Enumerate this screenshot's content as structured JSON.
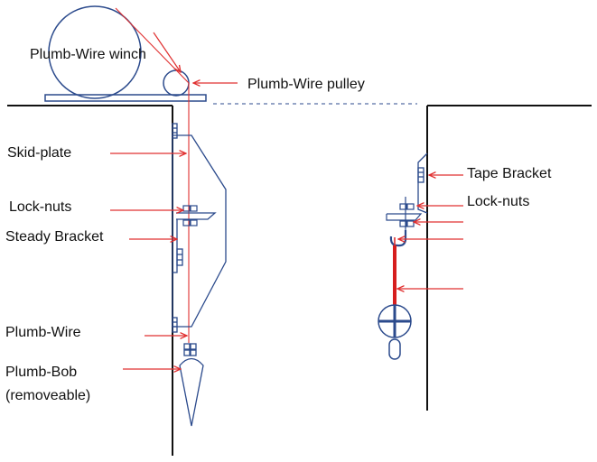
{
  "labels": {
    "plumb_wire_winch": "Plumb-Wire winch",
    "plumb_wire_pulley": "Plumb-Wire pulley",
    "skid_plate": "Skid-plate",
    "lock_nuts_left": "Lock-nuts",
    "steady_bracket": "Steady Bracket",
    "plumb_wire": "Plumb-Wire",
    "plumb_bob_line1": "Plumb-Bob",
    "plumb_bob_line2": "(removeable)",
    "tape_bracket": "Tape Bracket",
    "lock_nuts_right": "Lock-nuts"
  },
  "colors": {
    "outline": "#2b4a8c",
    "annotation_arrow": "#e03030",
    "wall": "#111111",
    "text": "#111111"
  }
}
